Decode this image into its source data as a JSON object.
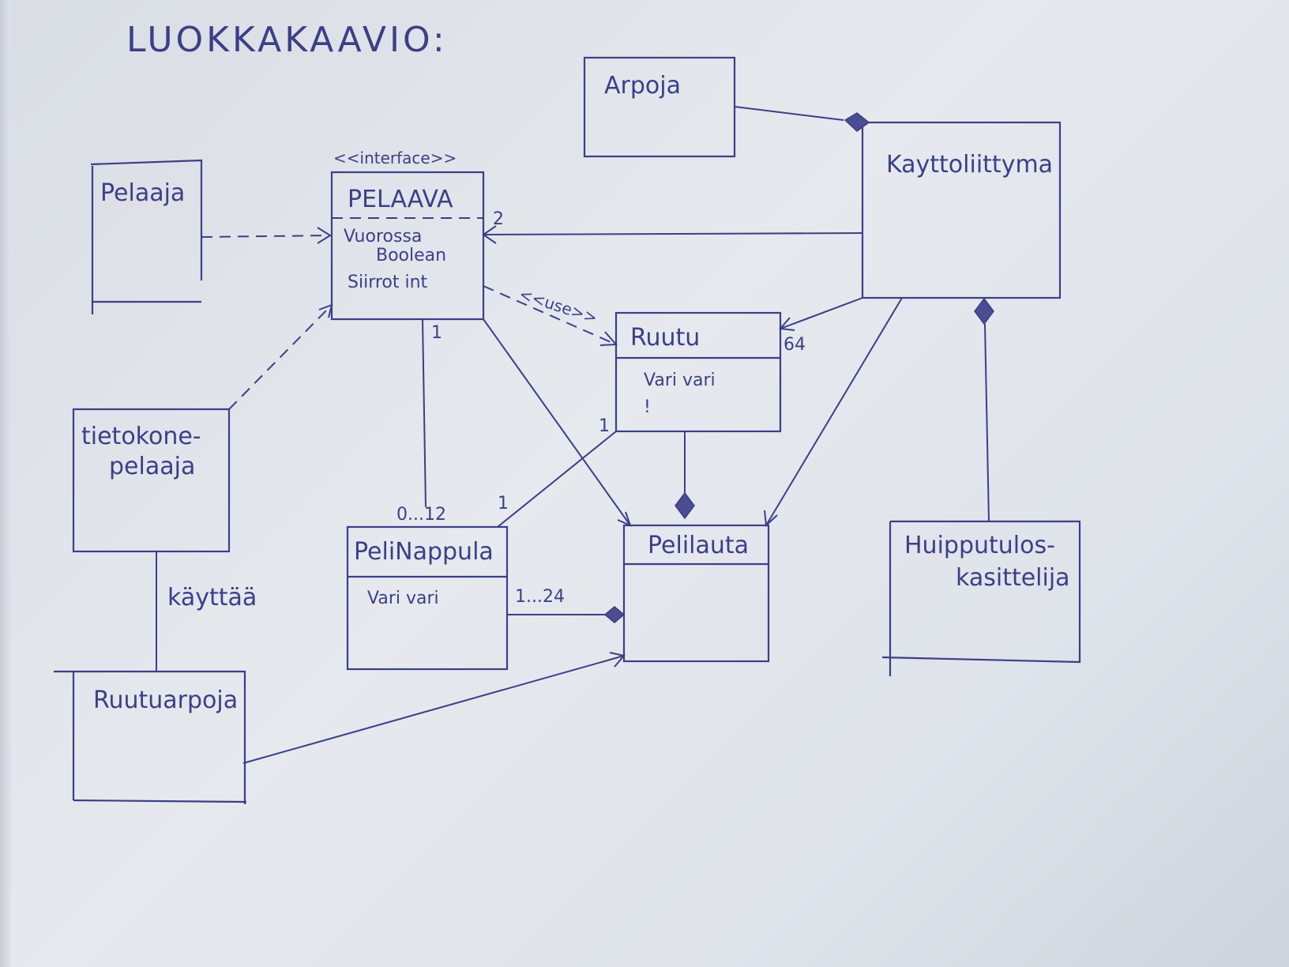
{
  "title": "LUOKKAKAAVIO:",
  "classes": {
    "arpoja": {
      "name": "Arpoja"
    },
    "kayttoliittyma": {
      "name": "Kayttoliittyma"
    },
    "pelaaja": {
      "name": "Pelaaja"
    },
    "pelaava": {
      "stereotype": "<<interface>>",
      "name": "PELAAVA",
      "attr1": "Vuorossa",
      "attr1_type": "Boolean",
      "attr2": "Siirrot  int"
    },
    "ruutu": {
      "name": "Ruutu",
      "attr1": "Vari vari",
      "attr2": "!"
    },
    "tietokonepelaaja": {
      "name_line1": "tietokone-",
      "name_line2": "pelaaja"
    },
    "pelinappula": {
      "name": "PeliNappula",
      "attr1": "Vari vari"
    },
    "pelilauta": {
      "name": "Pelilauta"
    },
    "huipputuloskasittelija": {
      "name_line1": "Huipputulos-",
      "name_line2": "kasittelija"
    },
    "ruutuarpoja": {
      "name": "Ruutuarpoja"
    }
  },
  "labels": {
    "use": "<<use>>",
    "kayttaa": "käyttää",
    "m_2": "2",
    "m_64": "64",
    "m_1_pelaava": "1",
    "m_1_ruutu": "1",
    "m_1_nappula": "1",
    "m_0_12": "0...12",
    "m_1_24": "1...24"
  },
  "colors": {
    "ink": "#3c3f86",
    "paper": "#e2e5ea"
  }
}
